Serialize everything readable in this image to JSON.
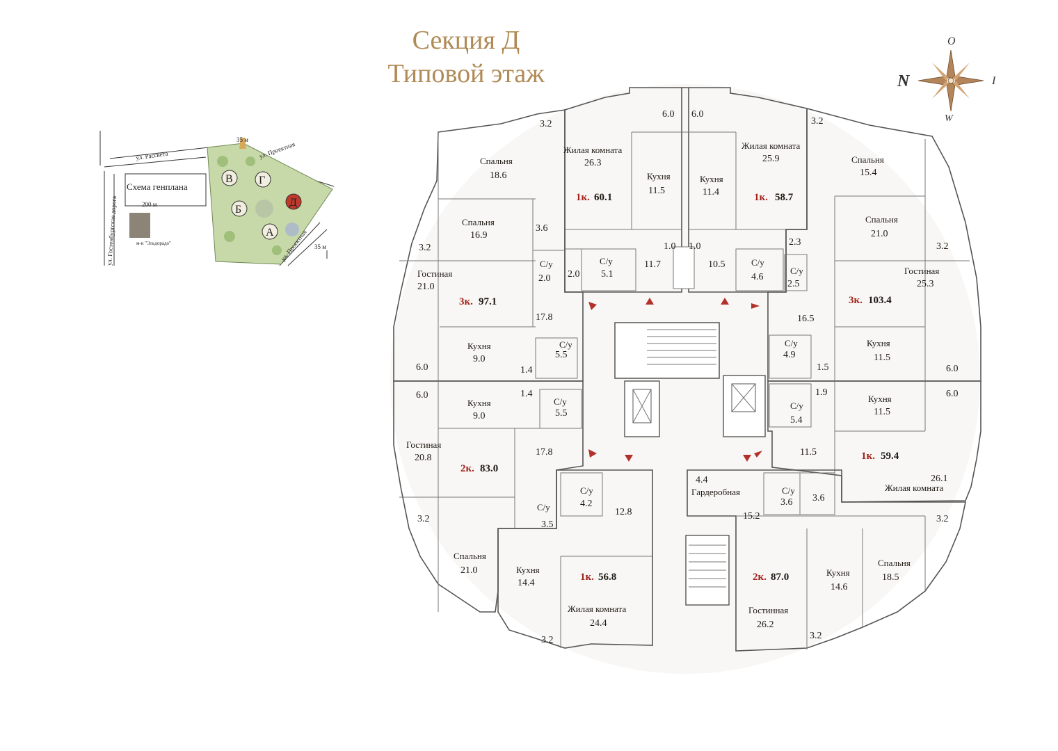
{
  "title": {
    "line1": "Секция Д",
    "line2": "Типовой этаж"
  },
  "compass": {
    "north": "N",
    "east": "I",
    "south": "W",
    "west": "O"
  },
  "site_plan": {
    "label": "Схема генплана",
    "streets": [
      "ул. Рассвета",
      "ул. Проектная",
      "ул. Проектная",
      "ул. Гостенбургская дорога"
    ],
    "distances": [
      "35 м",
      "200 м",
      "35 м"
    ],
    "landmark": "м-н \"Эльдорадо\"",
    "sections": [
      "В",
      "Г",
      "Б",
      "Д",
      "А"
    ],
    "highlighted": "Д",
    "highlight_color": "#c0392b"
  },
  "apartments": [
    {
      "id": "3k-97",
      "type": "3к.",
      "area": "97.1",
      "color": "#efe3ac",
      "rooms": [
        {
          "name": "Спальня",
          "area": "18.6"
        },
        {
          "name": "Спальня",
          "area": "16.9"
        },
        {
          "name": "Гостиная",
          "area": "21.0"
        },
        {
          "name": "Кухня",
          "area": "9.0"
        },
        {
          "name": "С/у",
          "area": "2.0"
        },
        {
          "name": "С/у",
          "area": "5.5"
        },
        {
          "name": "",
          "area": "17.8"
        },
        {
          "name": "",
          "area": "3.6"
        },
        {
          "name": "",
          "area": "1.4"
        },
        {
          "name": "",
          "area": "3.2"
        },
        {
          "name": "",
          "area": "3.2"
        },
        {
          "name": "",
          "area": "6.0"
        }
      ]
    },
    {
      "id": "1k-60",
      "type": "1к.",
      "area": "60.1",
      "color": "#e0a25a",
      "rooms": [
        {
          "name": "Жилая комната",
          "area": "26.3"
        },
        {
          "name": "Кухня",
          "area": "11.5"
        },
        {
          "name": "С/у",
          "area": "5.1"
        },
        {
          "name": "",
          "area": "2.0"
        },
        {
          "name": "",
          "area": "11.7"
        },
        {
          "name": "",
          "area": "1.0"
        },
        {
          "name": "",
          "area": "6.0"
        }
      ]
    },
    {
      "id": "1k-58",
      "type": "1к.",
      "area": "58.7",
      "color": "#efe3ac",
      "rooms": [
        {
          "name": "Жилая комната",
          "area": "25.9"
        },
        {
          "name": "Кухня",
          "area": "11.4"
        },
        {
          "name": "С/у",
          "area": "4.6"
        },
        {
          "name": "",
          "area": "10.5"
        },
        {
          "name": "",
          "area": "1.0"
        },
        {
          "name": "",
          "area": "6.0"
        }
      ]
    },
    {
      "id": "3k-103",
      "type": "3к.",
      "area": "103.4",
      "color": "#e3a98a",
      "rooms": [
        {
          "name": "Спальня",
          "area": "15.4"
        },
        {
          "name": "Спальня",
          "area": "21.0"
        },
        {
          "name": "Гостиная",
          "area": "25.3"
        },
        {
          "name": "Кухня",
          "area": "11.5"
        },
        {
          "name": "С/у",
          "area": "2.5"
        },
        {
          "name": "С/у",
          "area": "4.9"
        },
        {
          "name": "",
          "area": "16.5"
        },
        {
          "name": "",
          "area": "2.3"
        },
        {
          "name": "",
          "area": "1.5"
        },
        {
          "name": "",
          "area": "3.2"
        },
        {
          "name": "",
          "area": "3.2"
        },
        {
          "name": "",
          "area": "6.0"
        }
      ]
    },
    {
      "id": "2k-83",
      "type": "2к.",
      "area": "83.0",
      "color": "#cf9f6e",
      "rooms": [
        {
          "name": "Кухня",
          "area": "9.0"
        },
        {
          "name": "Гостиная",
          "area": "20.8"
        },
        {
          "name": "Спальня",
          "area": "21.0"
        },
        {
          "name": "С/у",
          "area": "5.5"
        },
        {
          "name": "С/у",
          "area": "3.5"
        },
        {
          "name": "",
          "area": "17.8"
        },
        {
          "name": "",
          "area": "1.4"
        },
        {
          "name": "",
          "area": "6.0"
        },
        {
          "name": "",
          "area": "3.2"
        }
      ]
    },
    {
      "id": "1k-59",
      "type": "1к.",
      "area": "59.4",
      "color": "#efe3ac",
      "rooms": [
        {
          "name": "Кухня",
          "area": "11.5"
        },
        {
          "name": "Жилая комната",
          "area": "26.1"
        },
        {
          "name": "С/у",
          "area": "5.4"
        },
        {
          "name": "",
          "area": "11.5"
        },
        {
          "name": "",
          "area": "1.9"
        },
        {
          "name": "",
          "area": "6.0"
        }
      ]
    },
    {
      "id": "1k-56",
      "type": "1к.",
      "area": "56.8",
      "color": "#e4ddd1",
      "rooms": [
        {
          "name": "Кухня",
          "area": "14.4"
        },
        {
          "name": "Жилая комната",
          "area": "24.4"
        },
        {
          "name": "С/у",
          "area": "4.2"
        },
        {
          "name": "",
          "area": "12.8"
        },
        {
          "name": "",
          "area": "3.2"
        }
      ]
    },
    {
      "id": "2k-87",
      "type": "2к.",
      "area": "87.0",
      "color": "#d4a064",
      "rooms": [
        {
          "name": "Гардеробная",
          "area": "4.4"
        },
        {
          "name": "Гостинная",
          "area": "26.2"
        },
        {
          "name": "Кухня",
          "area": "14.6"
        },
        {
          "name": "Спальня",
          "area": "18.5"
        },
        {
          "name": "С/у",
          "area": "3.6"
        },
        {
          "name": "",
          "area": "3.6"
        },
        {
          "name": "",
          "area": "15.2"
        },
        {
          "name": "",
          "area": "3.2"
        },
        {
          "name": "",
          "area": "3.2"
        }
      ]
    }
  ]
}
